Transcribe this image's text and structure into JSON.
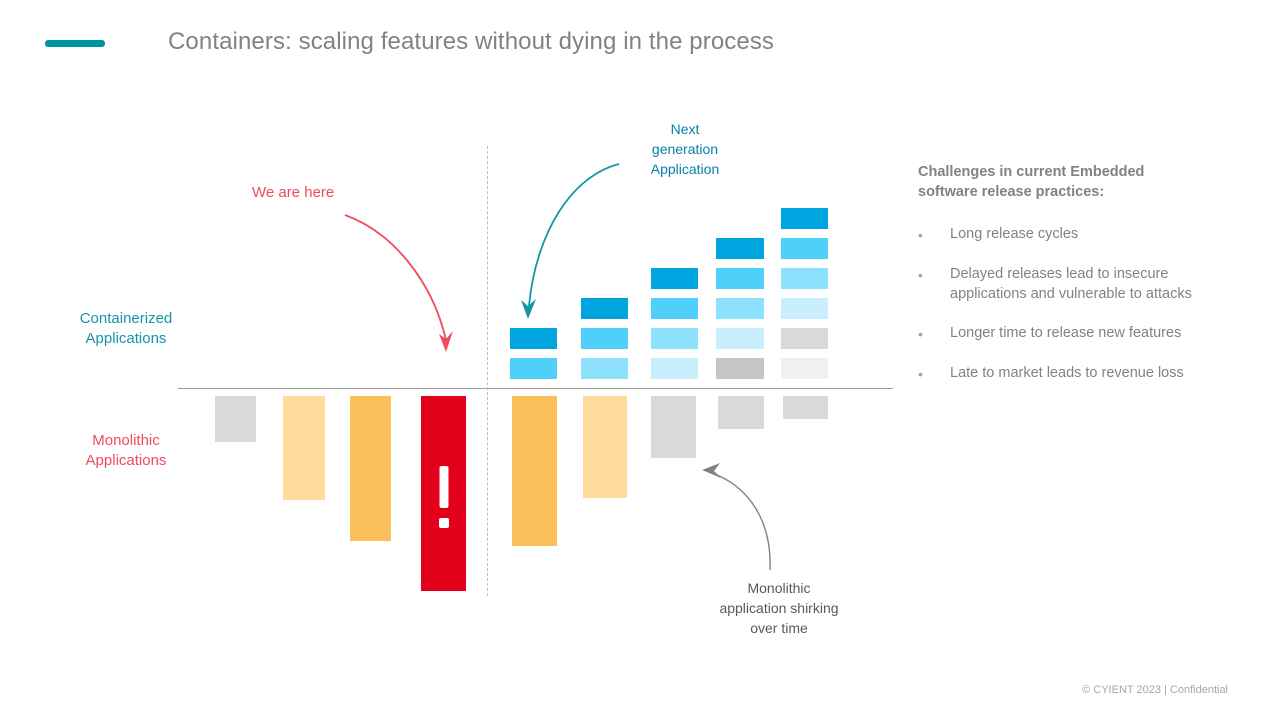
{
  "header": {
    "title": "Containers: scaling features without dying in the process",
    "accent_color": "#00949E",
    "title_color": "#808285"
  },
  "axis": {
    "label_containerized": "Containerized\nApplications",
    "label_containerized_line1": "Containerized",
    "label_containerized_line2": "Applications",
    "label_monolithic_line1": "Monolithic",
    "label_monolithic_line2": "Applications",
    "containerized_color": "#1596A8",
    "monolithic_color": "#F04B5E"
  },
  "annotations": {
    "we_are_here": "We are here",
    "we_are_here_color": "#F04B5E",
    "next_generation_line1": "Next",
    "next_generation_line2": "generation",
    "next_generation_line3": "Application",
    "next_generation_color": "#0580AE",
    "shirking_line1": "Monolithic",
    "shirking_line2": "application shirking",
    "shirking_line3": "over time",
    "shirking_color": "#595959"
  },
  "panel": {
    "heading_line1": "Challenges in current Embedded",
    "heading_line2": "software  release practices:",
    "bullet_marker": "•",
    "bullets": [
      "Long release cycles",
      "Delayed releases lead to  insecure applications and vulnerable to attacks",
      "Longer time to release new features",
      "Late to market leads to revenue loss"
    ]
  },
  "footer": {
    "text": "© CYIENT 2023  |  Confidential"
  },
  "chart_data": {
    "type": "bar",
    "title": "Containers: scaling features without dying in the process",
    "xlabel": "",
    "ylabel": "",
    "grid": false,
    "legend": "none",
    "baseline_y": 388,
    "divider_x": 487,
    "description": "Diverging timeline: monolithic application bars shrink below the axis while containerized application blocks grow above it. Left of the dashed divider = current state, right = future state.",
    "series": [
      {
        "name": "Monolithic Applications (bars below axis)",
        "direction": "down",
        "items": [
          {
            "x": 215,
            "width": 41,
            "height": 46,
            "color": "#D9D9D9",
            "label": "grey"
          },
          {
            "x": 283,
            "width": 42,
            "height": 104,
            "color": "#FEDB9B",
            "label": "light-amber"
          },
          {
            "x": 350,
            "width": 41,
            "height": 145,
            "color": "#FBC05B",
            "label": "amber"
          },
          {
            "x": 421,
            "width": 45,
            "height": 195,
            "color": "#E2001A",
            "label": "red-alert",
            "marker": "!"
          },
          {
            "x": 512,
            "width": 45,
            "height": 150,
            "color": "#FBC05B",
            "label": "amber"
          },
          {
            "x": 583,
            "width": 44,
            "height": 102,
            "color": "#FEDB9B",
            "label": "light-amber"
          },
          {
            "x": 651,
            "width": 45,
            "height": 62,
            "color": "#D9D9D9",
            "label": "grey"
          },
          {
            "x": 718,
            "width": 46,
            "height": 33,
            "color": "#D9D9D9",
            "label": "grey"
          },
          {
            "x": 783,
            "width": 45,
            "height": 23,
            "color": "#D9D9D9",
            "label": "grey"
          }
        ]
      },
      {
        "name": "Containerized Applications (stacked blocks above axis)",
        "direction": "up",
        "block_height": 21,
        "block_gap": 9,
        "columns": [
          {
            "x": 510,
            "width": 47,
            "count": 2,
            "colors": [
              "#00A5DF",
              "#4FD0FA"
            ]
          },
          {
            "x": 581,
            "width": 47,
            "count": 3,
            "colors": [
              "#00A5DF",
              "#4FD0FA",
              "#8EE1FC"
            ]
          },
          {
            "x": 651,
            "width": 47,
            "count": 4,
            "colors": [
              "#00A5DF",
              "#4FD0FA",
              "#8EE1FC",
              "#C9EFFE"
            ]
          },
          {
            "x": 716,
            "width": 48,
            "count": 5,
            "colors": [
              "#00A5DF",
              "#4FD0FA",
              "#8EE1FC",
              "#C9EFFE",
              "#C6C6C6"
            ]
          },
          {
            "x": 781,
            "width": 47,
            "count": 6,
            "colors": [
              "#00A5DF",
              "#4FD0FA",
              "#8EE1FC",
              "#C9EFFE",
              "#D9D9D9",
              "#F0F0F0"
            ]
          }
        ]
      }
    ]
  }
}
